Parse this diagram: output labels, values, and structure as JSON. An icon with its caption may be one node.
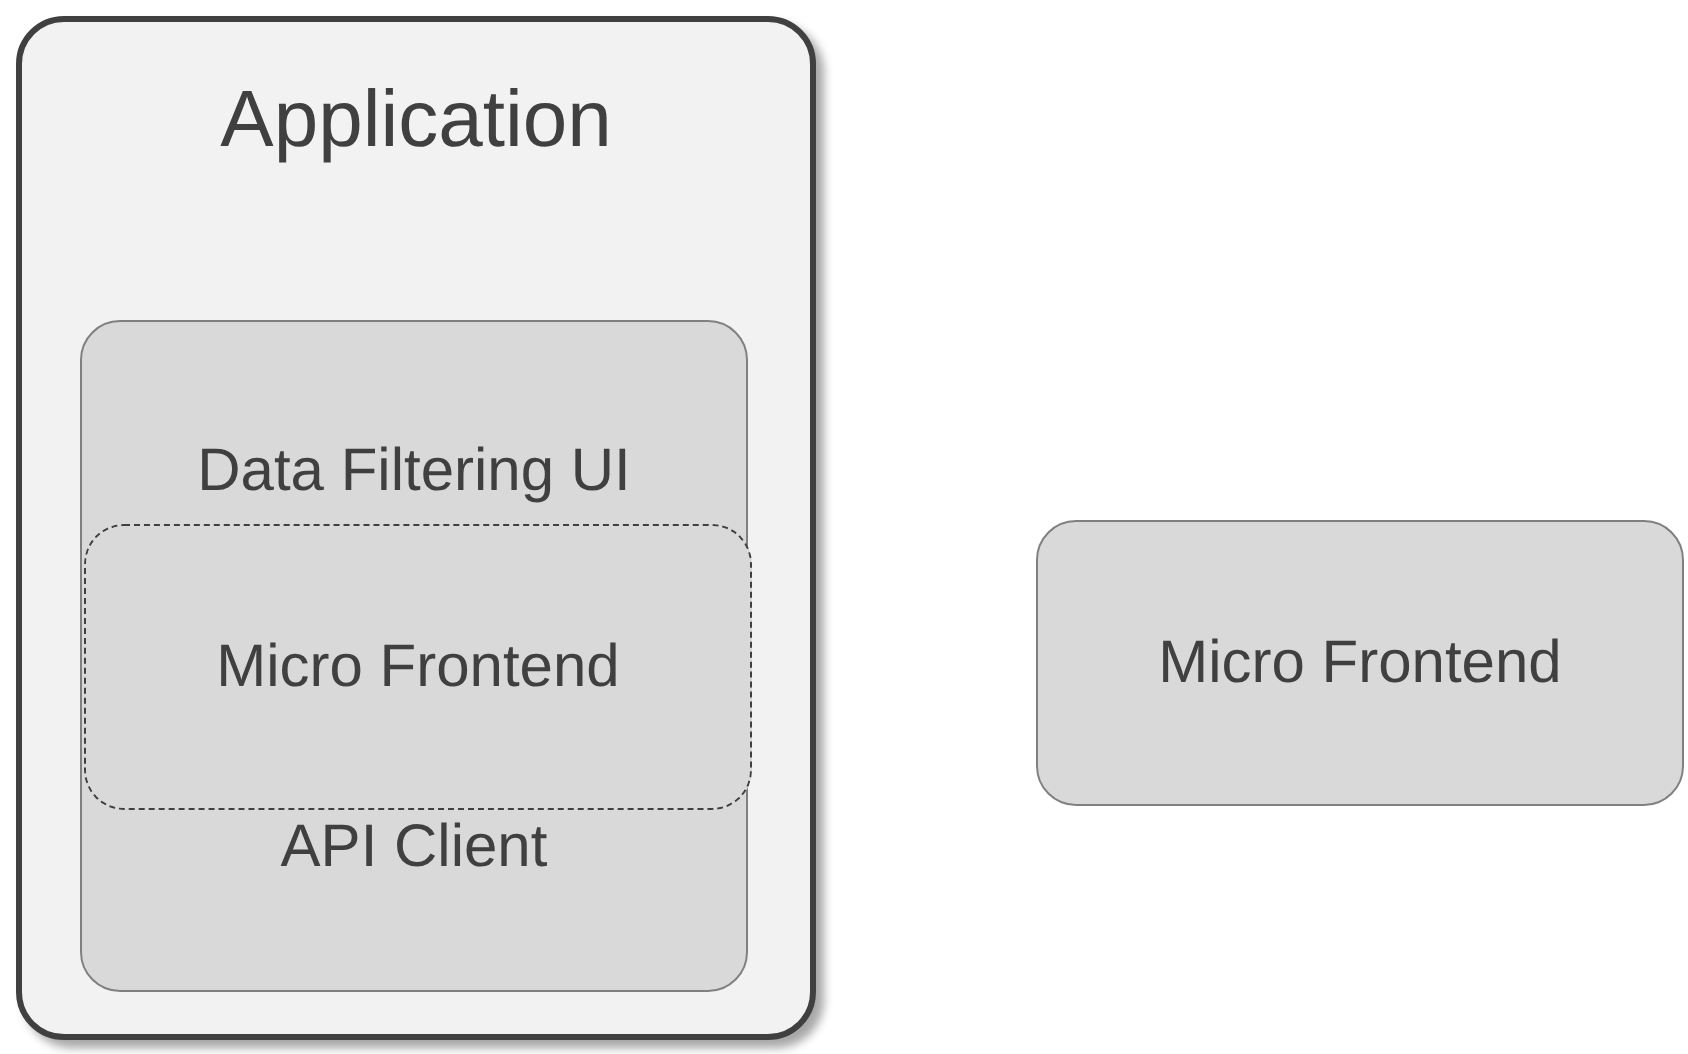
{
  "diagram": {
    "nodes": [
      {
        "text": [
          "Application"
        ]
      },
      {
        "text": [
          "Data Filtering UI",
          "API Client"
        ],
        "in": 0
      },
      {
        "text": [
          "Micro Frontend"
        ],
        "in": 1
      },
      {
        "text": [
          "Micro Frontend"
        ]
      }
    ]
  }
}
